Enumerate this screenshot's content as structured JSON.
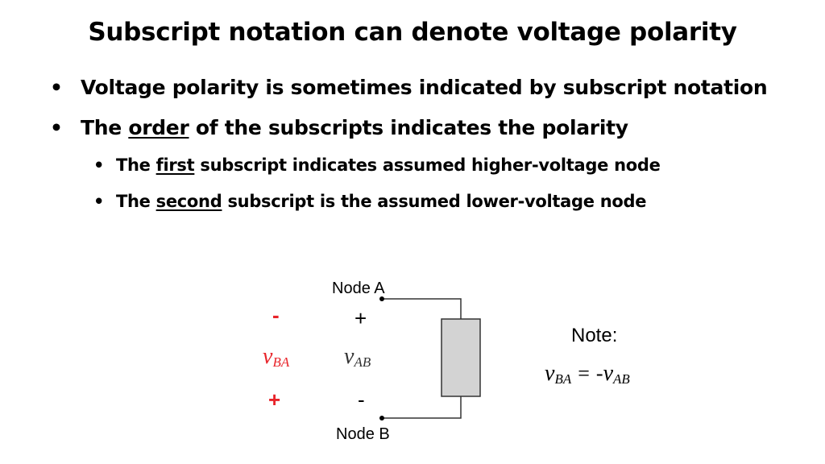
{
  "title": "Subscript notation can denote voltage polarity",
  "bullets": {
    "b1": "Voltage polarity is sometimes indicated by subscript notation",
    "b2_pre": "The ",
    "b2_u": "order",
    "b2_post": " of the subscripts indicates the polarity",
    "sub1_pre": "The ",
    "sub1_u": "first",
    "sub1_post": " subscript indicates assumed higher-voltage node",
    "sub2_pre": "The ",
    "sub2_u": "second",
    "sub2_post": " subscript is the assumed lower-voltage node"
  },
  "diagram": {
    "node_a": "Node A",
    "node_b": "Node B",
    "minus_top_red": "-",
    "plus_top": "+",
    "v_letter": "v",
    "sub_ba": "BA",
    "sub_ab": "AB",
    "plus_bottom_red": "+",
    "minus_bottom": "-",
    "note_label": "Note:",
    "equals": "=",
    "neg": "-"
  },
  "colors": {
    "red": "#e8242a",
    "resistor_fill": "#d3d3d3",
    "wire": "#333333"
  }
}
